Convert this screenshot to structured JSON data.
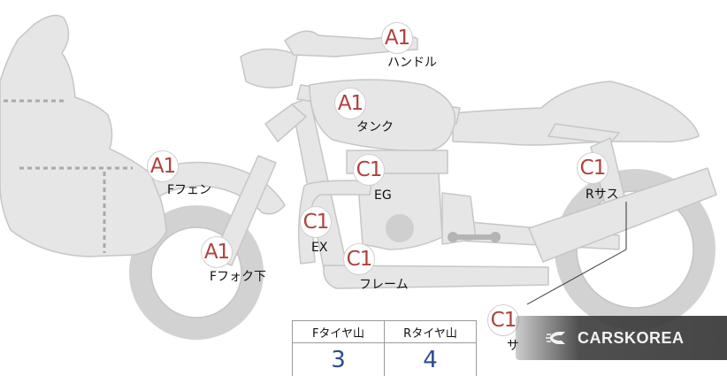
{
  "parts": [
    {
      "id": "handle",
      "grade": "A1",
      "label": "ハンドル"
    },
    {
      "id": "tank",
      "grade": "A1",
      "label": "タンク"
    },
    {
      "id": "front-fender",
      "grade": "A1",
      "label": "Fフェン"
    },
    {
      "id": "front-fork",
      "grade": "A1",
      "label": "Fフォク下"
    },
    {
      "id": "engine",
      "grade": "C1",
      "label": "EG"
    },
    {
      "id": "exhaust",
      "grade": "C1",
      "label": "EX"
    },
    {
      "id": "frame",
      "grade": "C1",
      "label": "フレーム"
    },
    {
      "id": "rear-suspension",
      "grade": "C1",
      "label": "Rサス"
    },
    {
      "id": "muffler",
      "grade": "C1",
      "label": "サ"
    }
  ],
  "tread_table": {
    "headers": [
      "Fタイヤ山",
      "Rタイヤ山"
    ],
    "values": [
      "3",
      "4"
    ]
  },
  "watermark": {
    "icon": "carskorea-logo-icon",
    "text": "CARSKOREA"
  },
  "colors": {
    "body_fill": "#e6e6e6",
    "outline": "#c9c9c9",
    "grade_text": "#b0403c",
    "value_text": "#2a4d8f"
  }
}
